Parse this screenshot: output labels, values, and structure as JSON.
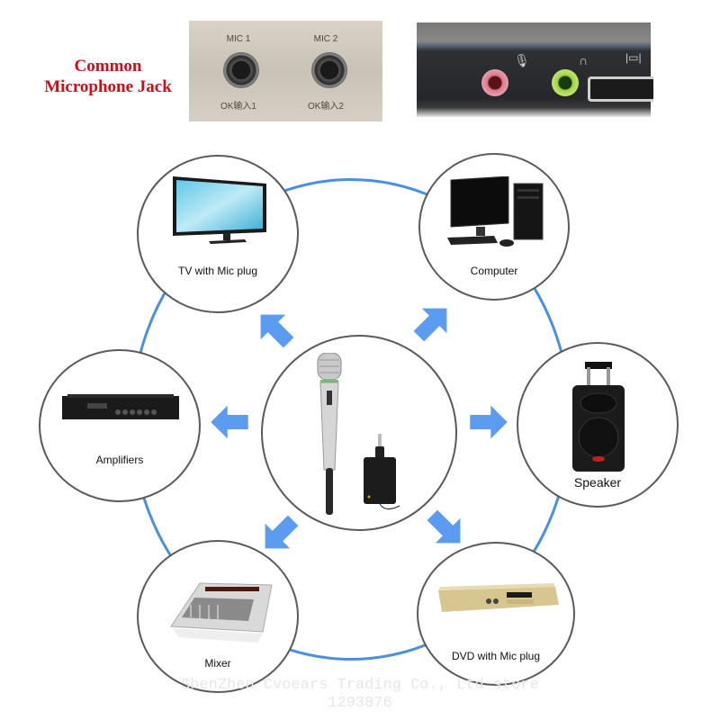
{
  "header": {
    "title_line1": "Common",
    "title_line2": "Microphone Jack",
    "panel_left": {
      "jack1_label": "MIC 1",
      "jack2_label": "MIC 2",
      "jack1_sub": "OK输入1",
      "jack2_sub": "OK输入2"
    },
    "panel_right": {
      "icons": [
        "microphone-icon",
        "headphones-icon",
        "hdmi-icon"
      ],
      "jack_colors": {
        "mic": "#e08a9a",
        "headphone": "#a8d84e"
      }
    }
  },
  "diagram": {
    "center": {
      "name": "Wireless microphone with receiver"
    },
    "nodes": [
      {
        "id": "tv",
        "label": "TV with Mic plug"
      },
      {
        "id": "computer",
        "label": "Computer"
      },
      {
        "id": "amplifiers",
        "label": "Amplifiers"
      },
      {
        "id": "speaker",
        "label": "Speaker"
      },
      {
        "id": "mixer",
        "label": "Mixer"
      },
      {
        "id": "dvd",
        "label": "DVD with Mic plug"
      }
    ],
    "arrow_color": "#5b9bf0",
    "ring_color": "#4a8fe0"
  },
  "watermark": {
    "line1": "ShenZhen Cvoears Trading Co., Ltd store",
    "line2": "1293876"
  }
}
